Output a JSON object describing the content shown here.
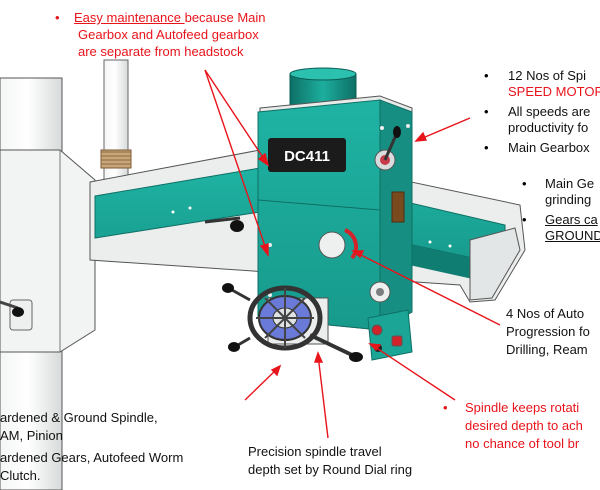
{
  "machine": {
    "model_label": "DC411"
  },
  "colors": {
    "teal": "#1aa596",
    "teal_dark": "#0f7d71",
    "casting_grey": "#e9ebeb",
    "annotation_red": "#e8141b",
    "text_black": "#111111"
  },
  "annotations": {
    "top": {
      "bullet": "•",
      "underlined": "Easy maintenance ",
      "line1_rest": "because Main",
      "line2": "Gearbox and Autofeed gearbox",
      "line3": "are separate from headstock"
    },
    "right_top": {
      "item1_black": "12 Nos of Spi",
      "item1_red": "SPEED MOTOR",
      "item2_line1": "All speeds are",
      "item2_line2": "productivity fo",
      "item3": "Main Gearbox",
      "sub1_line1": "Main Ge",
      "sub1_line2": "grinding",
      "sub2_line1": "Gears ca",
      "sub2_line2": "GROUND"
    },
    "right_mid": {
      "line1": "4 Nos of Auto",
      "line2": "Progression fo",
      "line3": "Drilling, Ream"
    },
    "bottom_left": {
      "line1": "ardened & Ground Spindle,",
      "line2": "AM, Pinion",
      "line3": "ardened Gears, Autofeed Worm",
      "line4": "Clutch."
    },
    "bottom_center": {
      "line1": "Precision spindle travel",
      "line2": "depth set by Round Dial ring"
    },
    "bottom_right": {
      "bullet": "•",
      "line1": "Spindle keeps rotati",
      "line2": "desired depth to ach",
      "line3": "no chance of tool br"
    },
    "bullet_symbol": "•"
  }
}
